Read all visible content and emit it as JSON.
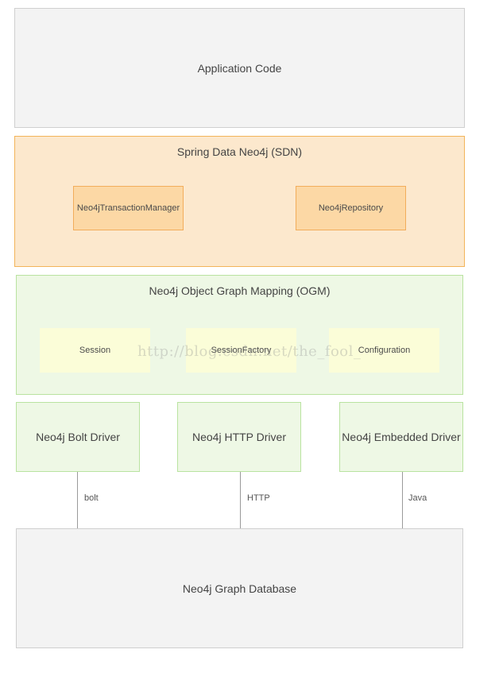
{
  "application_layer": {
    "label": "Application Code"
  },
  "sdn_layer": {
    "title": "Spring Data Neo4j (SDN)",
    "components": [
      {
        "label": "Neo4jTransactionManager"
      },
      {
        "label": "Neo4jRepository"
      }
    ]
  },
  "ogm_layer": {
    "title": "Neo4j Object Graph Mapping (OGM)",
    "components": [
      {
        "label": "Session"
      },
      {
        "label": "SessionFactory"
      },
      {
        "label": "Configuration"
      }
    ]
  },
  "drivers": [
    {
      "label": "Neo4j Bolt Driver",
      "protocol": "bolt"
    },
    {
      "label": "Neo4j HTTP Driver",
      "protocol": "HTTP"
    },
    {
      "label": "Neo4j Embedded Driver",
      "protocol": "Java"
    }
  ],
  "database_layer": {
    "label": "Neo4j Graph Database"
  },
  "watermark": {
    "text": "http://blog.csdn.net/the_fool_"
  },
  "colors": {
    "app_fill": "#f3f3f3",
    "sdn_fill": "#fce8cd",
    "sdn_border": "#f3b45a",
    "sdn_component_fill": "#fcd8a5",
    "ogm_fill": "#eef8e5",
    "ogm_border": "#b9e3a0",
    "ogm_component_fill": "#fbfdd8",
    "db_fill": "#f3f3f3"
  }
}
